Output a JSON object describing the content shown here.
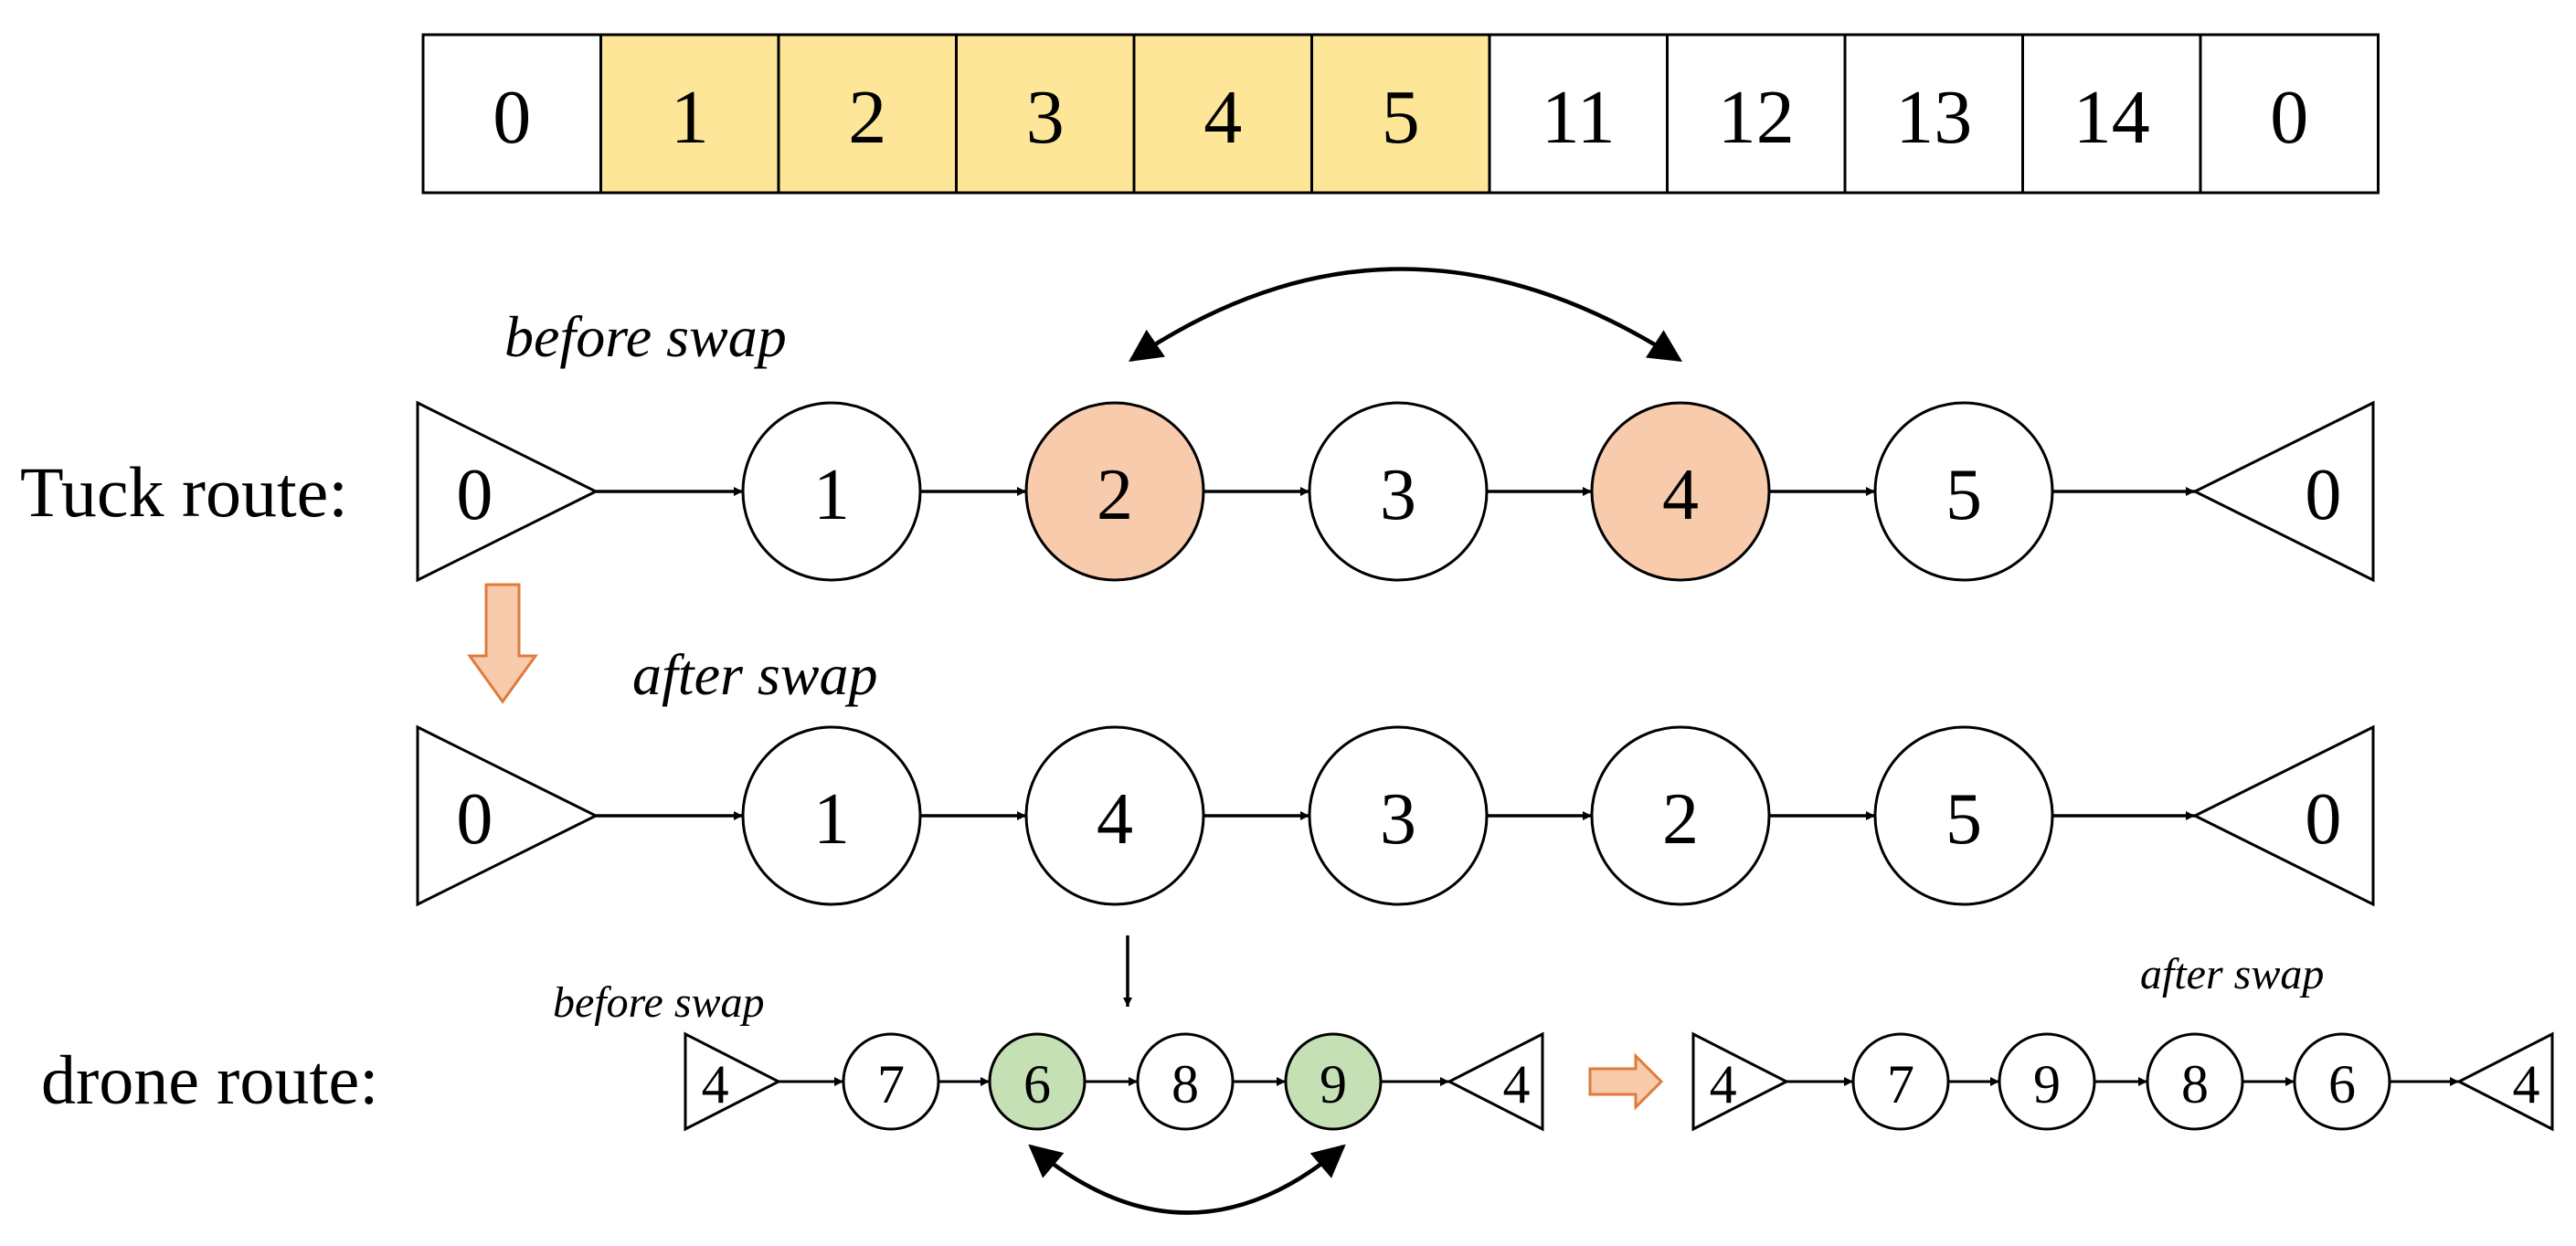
{
  "encoding_row": {
    "cells": [
      "0",
      "1",
      "2",
      "3",
      "4",
      "5",
      "11",
      "12",
      "13",
      "14",
      "0"
    ],
    "highlighted": [
      false,
      true,
      true,
      true,
      true,
      true,
      false,
      false,
      false,
      false,
      false
    ]
  },
  "labels": {
    "truck_route": "Tuck route:",
    "drone_route": "drone route:",
    "before_swap": "before swap",
    "after_swap": "after swap"
  },
  "truck_before": {
    "nodes": [
      "0",
      "1",
      "2",
      "3",
      "4",
      "5",
      "0"
    ],
    "highlighted": [
      false,
      false,
      true,
      false,
      true,
      false,
      false
    ]
  },
  "truck_after": {
    "nodes": [
      "0",
      "1",
      "4",
      "3",
      "2",
      "5",
      "0"
    ],
    "highlighted": [
      false,
      false,
      false,
      false,
      false,
      false,
      false
    ]
  },
  "drone_before": {
    "nodes": [
      "4",
      "7",
      "6",
      "8",
      "9",
      "4"
    ],
    "highlighted": [
      false,
      false,
      true,
      false,
      true,
      false
    ]
  },
  "drone_after": {
    "nodes": [
      "4",
      "7",
      "9",
      "8",
      "6",
      "4"
    ],
    "highlighted": [
      false,
      false,
      false,
      false,
      false,
      false
    ]
  },
  "colors": {
    "cell_highlight": "#FEE699",
    "truck_swap_node": "#F8CBAD",
    "drone_swap_node": "#C5E0B4",
    "transition_arrow_fill": "#F8CBAD",
    "transition_arrow_stroke": "#E07B39"
  }
}
